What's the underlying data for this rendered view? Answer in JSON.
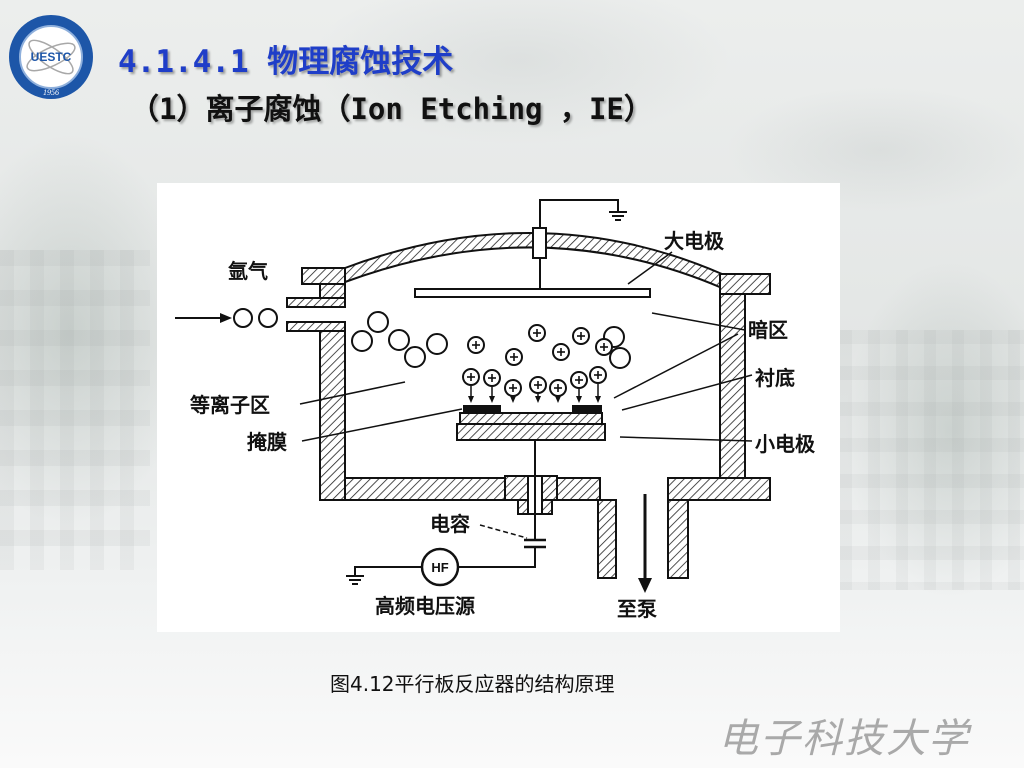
{
  "logo": {
    "text": "UESTC",
    "year": "1956"
  },
  "title": "4.1.4.1 物理腐蚀技术",
  "subtitle": "（1）离子腐蚀（Ion Etching ，IE）",
  "diagram": {
    "labels": {
      "argon": "氩气",
      "large_electrode": "大电极",
      "dark_zone": "暗区",
      "substrate": "衬底",
      "plasma_zone": "等离子区",
      "mask": "掩膜",
      "small_electrode": "小电极",
      "capacitor": "电容",
      "hf": "HF",
      "rf_source": "高频电压源",
      "to_pump": "至泵"
    }
  },
  "caption": "图4.12平行板反应器的结构原理",
  "watermark": "电子科技大学",
  "colors": {
    "title": "#1f3ec8",
    "subtitle": "#111111",
    "logo_blue": "#1d56a8"
  }
}
